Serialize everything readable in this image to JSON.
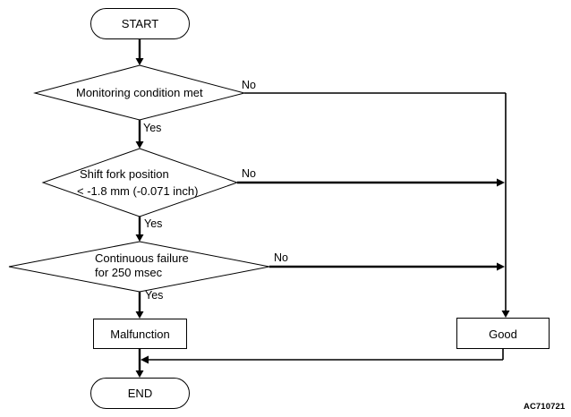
{
  "flowchart": {
    "start": "START",
    "decision_monitoring": "Monitoring condition met",
    "decision_shift_fork": {
      "line_1": "Shift fork position",
      "line_2": "< -1.8 mm (-0.071 inch)"
    },
    "decision_continuous": {
      "line_1": "Continuous failure",
      "line_2": "for 250 msec"
    },
    "malfunction": "Malfunction",
    "good": "Good",
    "end": "END",
    "yes_label": "Yes",
    "no_label": "No"
  },
  "figure_id": "AC710721",
  "colors": {
    "stroke": "#000000",
    "fill": "#ffffff"
  }
}
